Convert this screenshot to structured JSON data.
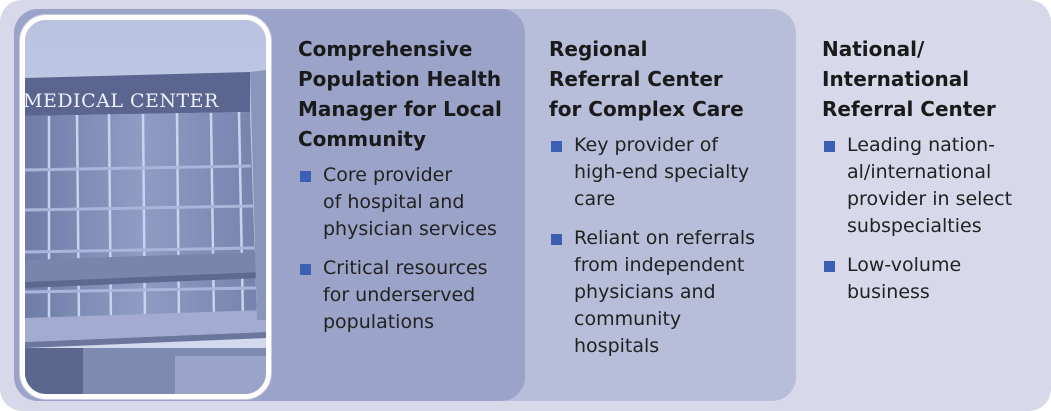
{
  "photo": {
    "sign_text": "MEDICAL CENTER"
  },
  "columns": [
    {
      "title": "Comprehensive\nPopulation Health\nManager for Local\nCommunity",
      "items": [
        "Core provider\nof hospital and\nphysician services",
        "Critical resources\nfor underserved\npopulations"
      ]
    },
    {
      "title": "Regional\nReferral Center\nfor Complex Care",
      "items": [
        "Key provider of\nhigh-end specialty\ncare",
        "Reliant on referrals\nfrom independent\nphysicians and\ncommunity\nhospitals"
      ]
    },
    {
      "title": "National/\nInternational\nReferral Center",
      "items": [
        "Leading nation-\nal/international\nprovider in select\nsubspecialties",
        "Low-volume\nbusiness"
      ]
    }
  ],
  "colors": {
    "outer_band": "#d7d9ea",
    "middle_band": "#b8bdd9",
    "inner_band": "#9ba3c8",
    "bullet": "#3b5fb3"
  }
}
